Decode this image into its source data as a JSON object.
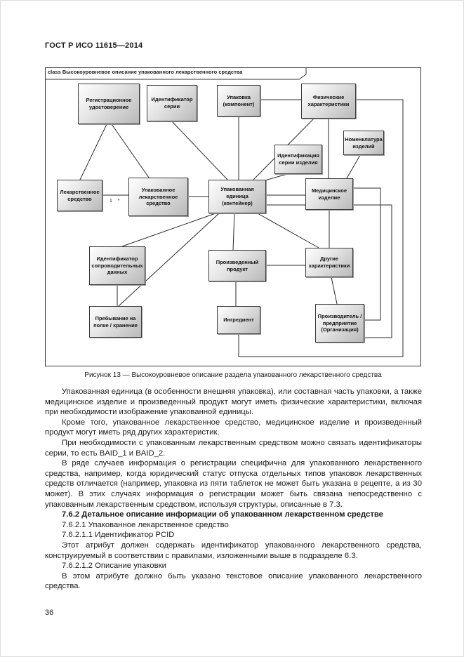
{
  "page": {
    "header": "ГОСТ Р ИСО 11615—2014",
    "page_number": "36"
  },
  "diagram": {
    "frame_label": "class Высокоуровневое описание упакованного лекарственного средства",
    "multiplicity": "1 *",
    "boxes": [
      {
        "label": "Регистрационное удостоверение"
      },
      {
        "label": "Идентификатор серии"
      },
      {
        "label": "Упаковка (компонент)"
      },
      {
        "label": "Физические характеристики"
      },
      {
        "label": "Номенклатура изделий"
      },
      {
        "label": "Идентификация серии изделия"
      },
      {
        "label": "Лекарственное средство"
      },
      {
        "label": "Упакованное лекарственное средство"
      },
      {
        "label": "Упакованная единица (контейнер)"
      },
      {
        "label": "Медицинское изделие"
      },
      {
        "label": "Идентификатор сопроводительных данных"
      },
      {
        "label": "Произведенный продукт"
      },
      {
        "label": "Другие характеристики"
      },
      {
        "label": "Пребывание на полке / хранение"
      },
      {
        "label": "Ингредиент"
      },
      {
        "label": "Производитель /предприятие (Организация)"
      }
    ],
    "caption": "Рисунок 13 — Высокоуровневое описание раздела упакованного лекарственного средства"
  },
  "content": {
    "paragraphs": [
      {
        "text": "Упакованная единица (в особенности внешняя упаковка), или составная часть упаковки, а также медицинское изделие и произведенный продукт могут иметь физические характеристики, включая при необходимости изображение упакованной единицы."
      },
      {
        "text": "Кроме того, упакованное лекарственное средство, медицинское изделие и произведенный продукт могут иметь ряд других характеристик."
      },
      {
        "text": "При необходимости с упакованным лекарственным средством можно связать идентификаторы серии, то есть BAID_1 и BAID_2."
      },
      {
        "text": "В ряде случаев информация о регистрации специфична для упакованного лекарственного средства, например, когда юридический статус отпуска отдельных типов упаковок лекарственных средств отличается (например, упаковка из пяти таблеток не может быть указана в рецепте, а из 30 может). В этих случаях информация о регистрации может быть связана непосредственно с упакованным лекарственным средством, используя структуры, описанные в 7.3."
      },
      {
        "text": "7.6.2 Детальное описание информации об упакованном лекарственном средстве"
      },
      {
        "text": "7.6.2.1 Упакованное лекарственное средство"
      },
      {
        "text": "7.6.2.1.1 Идентификатор PCID"
      },
      {
        "text": "Этот атрибут должен содержать идентификатор упакованного лекарственного средства, конструируемый в соответствии с правилами, изложенными выше в подразделе 6.3."
      },
      {
        "text": "7.6.2.1.2 Описание упаковки"
      },
      {
        "text": "В этом атрибуте должно быть указано текстовое описание упакованного лекарственного средства."
      }
    ]
  }
}
